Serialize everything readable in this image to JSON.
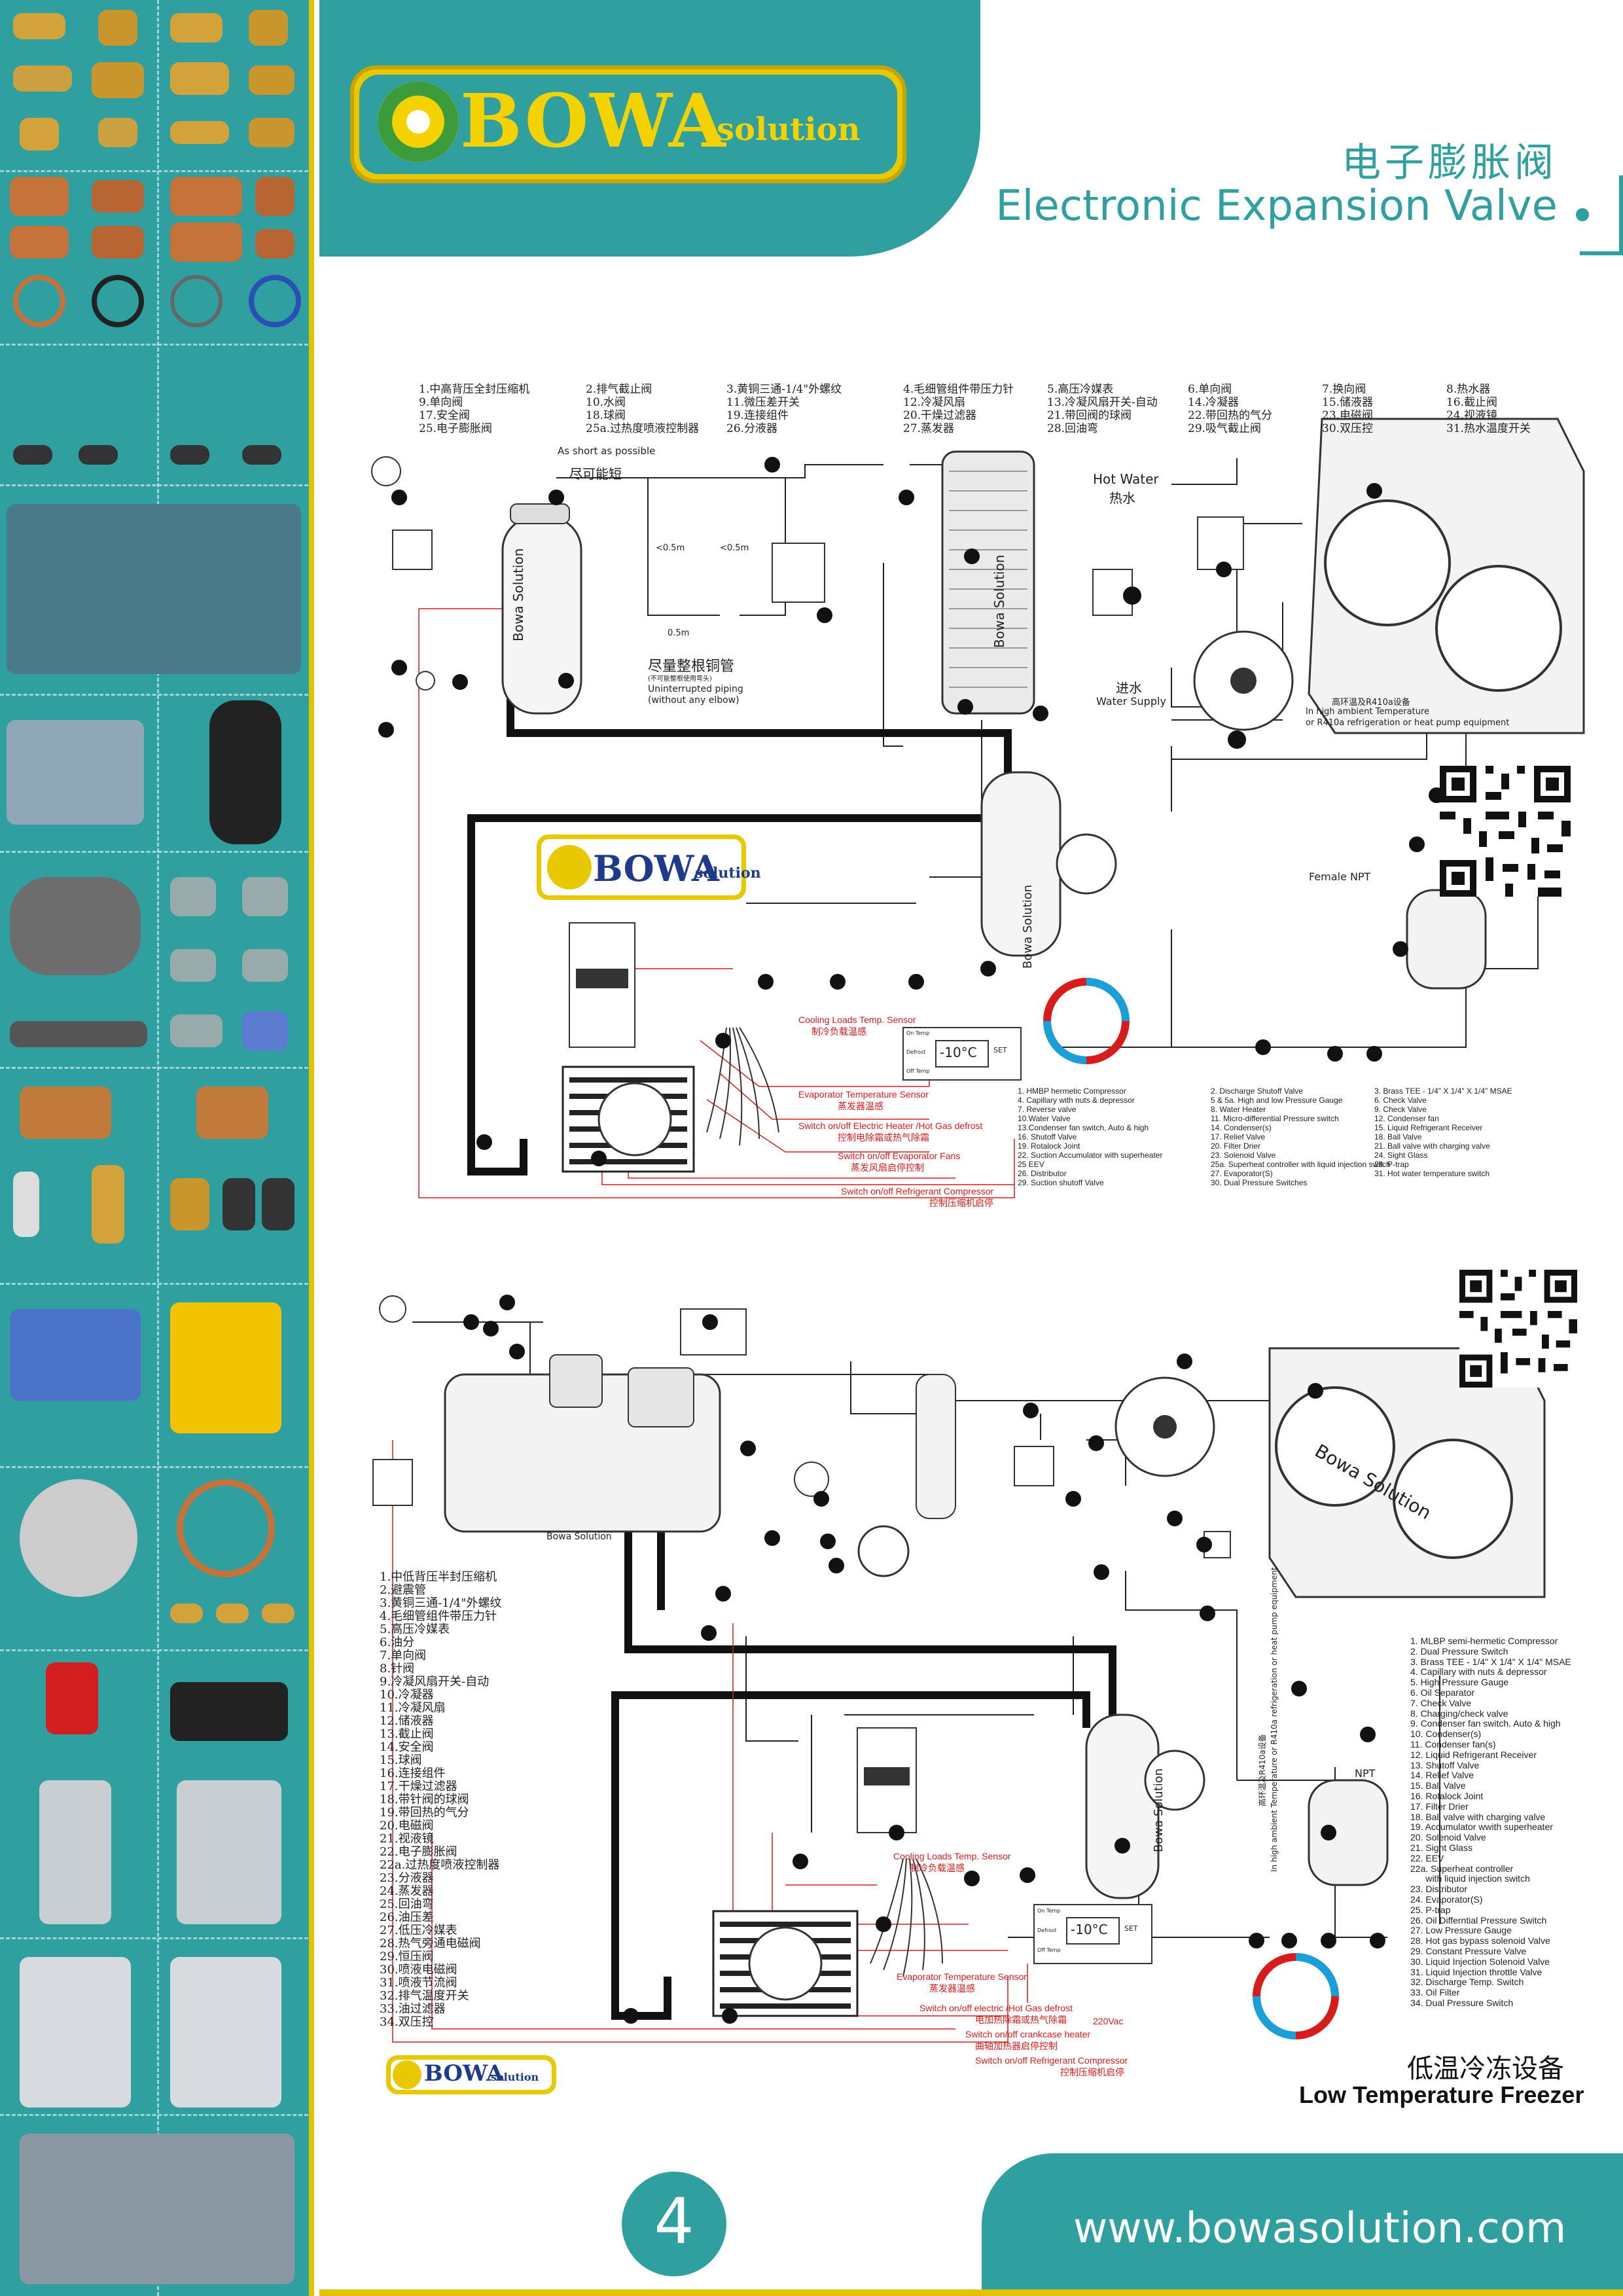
{
  "brand": {
    "name": "BOWA",
    "tagline": "solution",
    "color": "#2f9f9f",
    "accent": "#e8c800"
  },
  "title": {
    "cn": "电子膨胀阀",
    "en": "Electronic Expansion Valve"
  },
  "diagram1": {
    "legend_cn_cols": [
      "1.中高背压全封压缩机\n9.单向阀\n17.安全阀\n25.电子膨胀阀",
      "2.排气截止阀\n10.水阀\n18.球阀\n25a.过热度喷液控制器",
      "3.黄铜三通-1/4\"外螺纹\n11.微压差开关\n19.连接组件\n26.分液器",
      "4.毛细管组件带压力针\n12.冷凝风扇\n20.干燥过滤器\n27.蒸发器",
      "5.高压冷媒表\n13.冷凝风扇开关-自动\n21.带回阀的球阀\n28.回油弯",
      "6.单向阀\n14.冷凝器\n22.带回热的气分\n29.吸气截止阀",
      "7.换向阀\n15.储液器\n23.电磁阀\n30.双压控",
      "8.热水器\n16.截止阀\n24.视液镜\n31.热水温度开关"
    ],
    "labels": {
      "as_short": "As short as possible",
      "as_short_cn": "尽可能短",
      "d05a": "<0.5m",
      "d05b": "<0.5m",
      "d05c": "0.5m",
      "piping_cn": "尽量整根铜管",
      "piping_note_cn": "(不可能整根使用弯头)",
      "piping_en1": "Uninterrupted piping",
      "piping_en2": "(without any elbow)",
      "hot_water": "Hot Water",
      "hot_water_cn": "热水",
      "water_in_cn": "进水",
      "water_supply": "Water Supply",
      "high_ambient_cn": "高环温及R410a设备",
      "high_ambient_en1": "In high ambient Temperature",
      "high_ambient_en2": "or R410a refrigeration or heat pump equipment",
      "female_npt": "Female NPT",
      "bowa_solution": "Bowa Solution",
      "cooling_loads": "Cooling Loads Temp. Sensor",
      "cooling_loads_cn": "制冷负载温感",
      "evap_sensor": "Evaporator Temperature Sensor",
      "evap_sensor_cn": "蒸发器温感",
      "switch_heater": "Switch on/off Electric Heater /Hot Gas defrost",
      "switch_heater_cn": "控制电除霜或热气除霜",
      "switch_fans": "Switch on/off Evaporator Fans",
      "switch_fans_cn": "蒸发风扇启停控制",
      "switch_comp": "Switch on/off Refrigerant Compressor",
      "switch_comp_cn": "控制压缩机启停",
      "controller_temp": "-10°C",
      "controller_set": "SET",
      "on_temp": "On Temp",
      "defrost": "Defrost",
      "off_temp": "Off Temp"
    },
    "legend_en_cols": [
      "1. HMBP hermetic Compressor\n4. Capillary with nuts & depressor\n7. Reverse valve\n10.Water Valve\n13.Condenser fan switch, Auto & high\n16. Shutoff Valve\n19. Rotalock Joint\n22. Suction Accumulator with superheater\n25 EEV\n26. Distributor\n29. Suction shutoff Valve",
      "2. Discharge Shutoff Valve\n5 & 5a. High and low Pressure Gauge\n8. Water Heater\n11. Micro-differential Pressure switch\n14. Condenser(s)\n17. Relief Valve\n20. Filter Drier\n23. Solenoid Valve\n25a. Superheat controller with liquid injection switch\n27. Evaporator(S)\n30. Dual Pressure Switches",
      "3. Brass TEE - 1/4\" X 1/4\" X 1/4\" MSAE\n6. Check Valve\n9. Check Valve\n12. Condenser fan\n15. Liquid Refrigerant Receiver\n18. Ball Valve\n21. Ball valve with charging valve\n24. Sight Glass\n28. P-trap\n31. Hot water temperature switch"
    ]
  },
  "diagram2": {
    "legend_cn": "1.中低背压半封压缩机\n2.避震管\n3.黄铜三通-1/4\"外螺纹\n4.毛细管组件带压力针\n5.高压冷媒表\n6.油分\n7.单向阀\n8.针阀\n9.冷凝风扇开关-自动\n10.冷凝器\n11.冷凝风扇\n12.储液器\n13.截止阀\n14.安全阀\n15.球阀\n16.连接组件\n17.干燥过滤器\n18.带针阀的球阀\n19.带回热的气分\n20.电磁阀\n21.视液镜\n22.电子膨胀阀\n22a.过热度喷液控制器\n23.分液器\n24.蒸发器\n25.回油弯\n26.油压差\n27.低压冷媒表\n28.热气旁通电磁阀\n29.恒压阀\n30.喷液电磁阀\n31.喷液节流阀\n32.排气温度开关\n33.油过滤器\n34.双压控",
    "legend_en": "1. MLBP semi-hermetic Compressor\n2. Dual Pressure Switch\n3. Brass TEE - 1/4\" X 1/4\" X 1/4\" MSAE\n4. Capillary with nuts & depressor\n5. High Pressure Gauge\n6. Oil Separator\n7. Check Valve\n8. Charging/check valve\n9. Condenser fan switch. Auto & high\n10. Condenser(s)\n11. Condenser fan(s)\n12. Liquid Refrigerant Receiver\n13. Shutoff Valve\n14. Relief Valve\n15. Ball Valve\n16. Rotalock Joint\n17. Filter Drier\n18. Ball valve with charging valve\n19. Accumulator wwith superheater\n20. Solenoid Valve\n21. Sight Glass\n22. EEV\n22a. Superheat controller\n      with liquid injection switch\n23. Distributor\n24. Evaporator(S)\n25. P-trap\n26. Oil Differntial Pressure Switch\n27. Low Pressure Gauge\n28. Hot gas bypass solenoid Valve\n29. Constant Pressure Valve\n30. Liquid Injection Solenoid Valve\n31. Liquid Injection throttle Valve\n32. Discharge Temp. Switch\n33. Oil Filter\n34. Dual Pressure Switch",
    "labels": {
      "bowa_solution": "Bowa Solution",
      "npt": "NPT",
      "high_ambient_cn": "高环温及R410a设备",
      "high_ambient_en": "In high ambient Temperature or R410a refrigeration or heat pump equipment",
      "cooling_loads": "Cooling Loads Temp. Sensor",
      "cooling_loads_cn": "制冷负载温感",
      "evap_sensor": "Evaporator Temperature Sensor",
      "evap_sensor_cn": "蒸发器温感",
      "switch_heater": "Switch on/off  electric /Hot Gas defrost",
      "switch_heater_cn": "电加热除霜或热气除霜",
      "switch_crank": "Switch on/off crankcase heater",
      "switch_crank_cn": "曲轴加热器启停控制",
      "switch_comp": "Switch on/off Refrigerant Compressor",
      "switch_comp_cn": "控制压缩机启停",
      "volt": "220Vac",
      "controller_temp": "-10°C",
      "controller_set": "SET",
      "on_temp": "On Temp",
      "defrost": "Defrost",
      "off_temp": "Off Temp"
    },
    "caption_cn": "低温冷冻设备",
    "caption_en": "Low Temperature Freezer"
  },
  "footer": {
    "page": "4",
    "url": "www.bowasolution.com"
  }
}
